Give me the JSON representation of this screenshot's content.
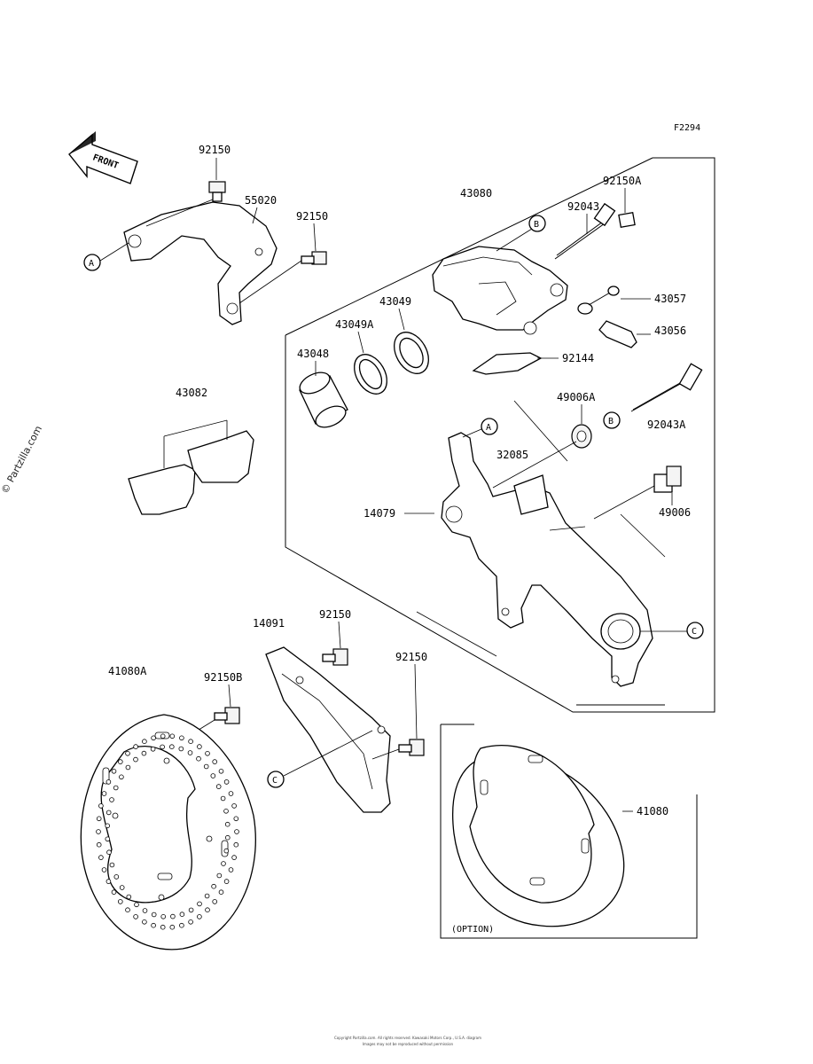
{
  "figure_code": "F2294",
  "front_arrow": "FRONT",
  "watermark": "© Partzilla.com",
  "option_label": "(OPTION)",
  "callouts": {
    "a": "A",
    "b": "B",
    "c": "C"
  },
  "part_numbers": {
    "p92150_top": "92150",
    "p55020": "55020",
    "p92150_mid": "92150",
    "p43080": "43080",
    "p92150A": "92150A",
    "p92043": "92043",
    "p43057": "43057",
    "p43056": "43056",
    "p43049": "43049",
    "p43049A": "43049A",
    "p43048": "43048",
    "p92144": "92144",
    "p43082": "43082",
    "p49006A": "49006A",
    "p92043A": "92043A",
    "p32085": "32085",
    "p14079": "14079",
    "p49006": "49006",
    "p14091": "14091",
    "p92150_guard": "92150",
    "p92150_guard2": "92150",
    "p41080A": "41080A",
    "p92150B": "92150B",
    "p41080": "41080"
  },
  "footer": {
    "line1": "Copyright Partzilla.com. All rights reserved. Kawasaki Motors Corp., U.S.A. diagram",
    "line2": "Images may not be reproduced without permission"
  }
}
